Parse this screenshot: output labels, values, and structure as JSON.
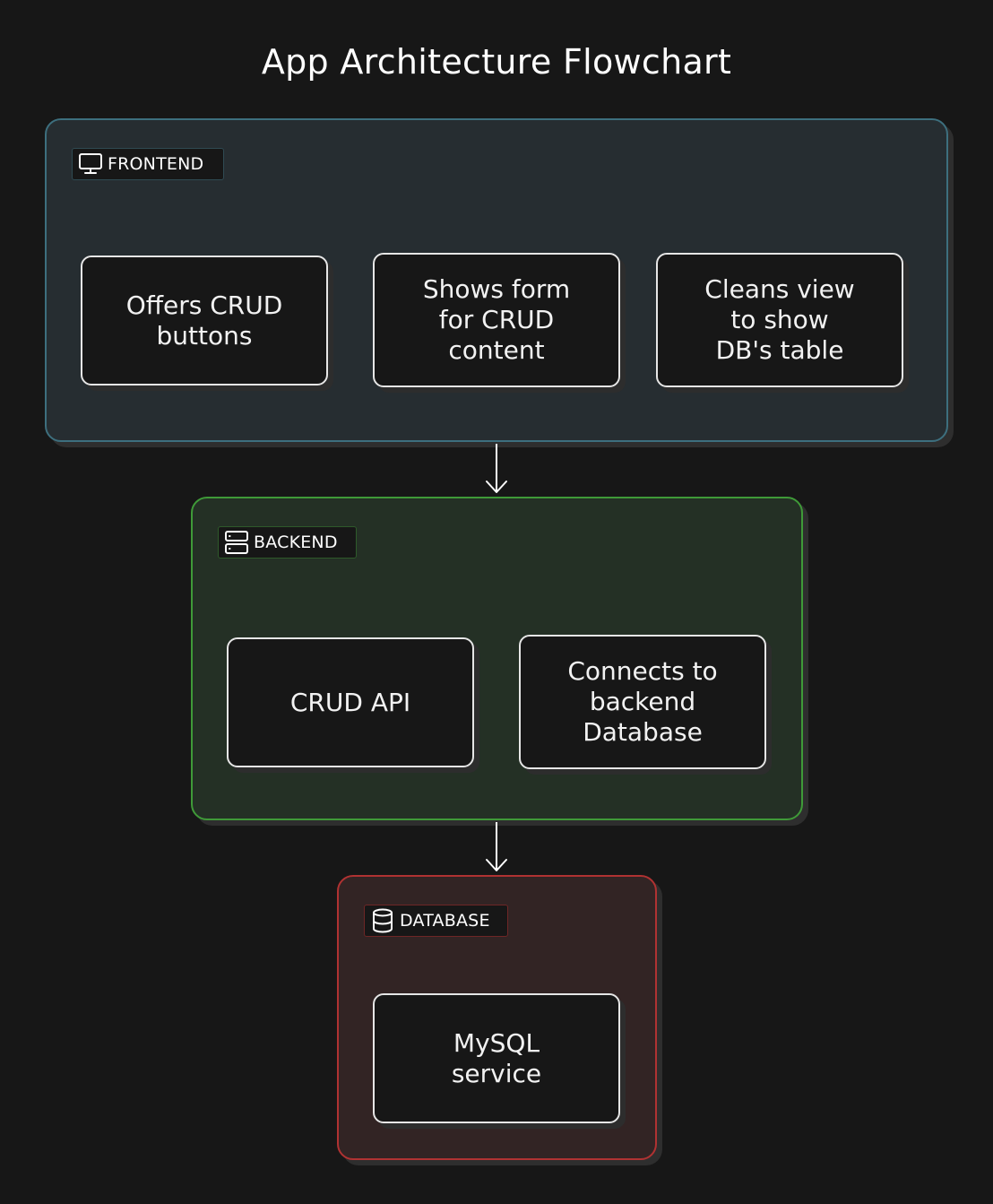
{
  "title": "App Architecture Flowchart",
  "colors": {
    "background": "#171717",
    "frontend_border": "#3d6f7e",
    "frontend_fill": "#262d31",
    "backend_border": "#3f9a38",
    "backend_fill": "#243025",
    "database_border": "#b03232",
    "database_fill": "#322424",
    "node_border": "#e6e6e6"
  },
  "groups": {
    "frontend": {
      "label": "FRONTEND",
      "icon": "monitor-icon",
      "nodes": [
        {
          "text": "Offers CRUD\nbuttons"
        },
        {
          "text": "Shows form\nfor CRUD\ncontent"
        },
        {
          "text": "Cleans view\nto show\nDB's table"
        }
      ]
    },
    "backend": {
      "label": "BACKEND",
      "icon": "server-icon",
      "nodes": [
        {
          "text": "CRUD API"
        },
        {
          "text": "Connects to\nbackend\nDatabase"
        }
      ]
    },
    "database": {
      "label": "DATABASE",
      "icon": "database-icon",
      "nodes": [
        {
          "text": "MySQL\nservice"
        }
      ]
    }
  }
}
